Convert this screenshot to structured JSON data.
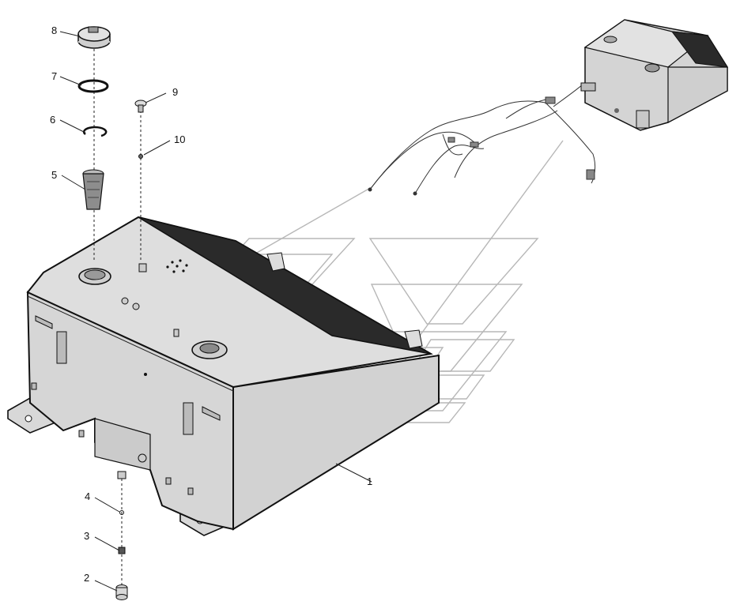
{
  "diagram": {
    "callouts": [
      {
        "id": "c1",
        "label": "1"
      },
      {
        "id": "c2",
        "label": "2"
      },
      {
        "id": "c3",
        "label": "3"
      },
      {
        "id": "c4",
        "label": "4"
      },
      {
        "id": "c5",
        "label": "5"
      },
      {
        "id": "c6",
        "label": "6"
      },
      {
        "id": "c7",
        "label": "7"
      },
      {
        "id": "c8",
        "label": "8"
      },
      {
        "id": "c9",
        "label": "9"
      },
      {
        "id": "c10",
        "label": "10"
      }
    ],
    "colors": {
      "tank_fill": "#dcdcdc",
      "tank_shade": "#cfcfcf",
      "roof_dark": "#2a2a2a",
      "outline": "#111111",
      "watermark": "#b7b7b7"
    }
  }
}
